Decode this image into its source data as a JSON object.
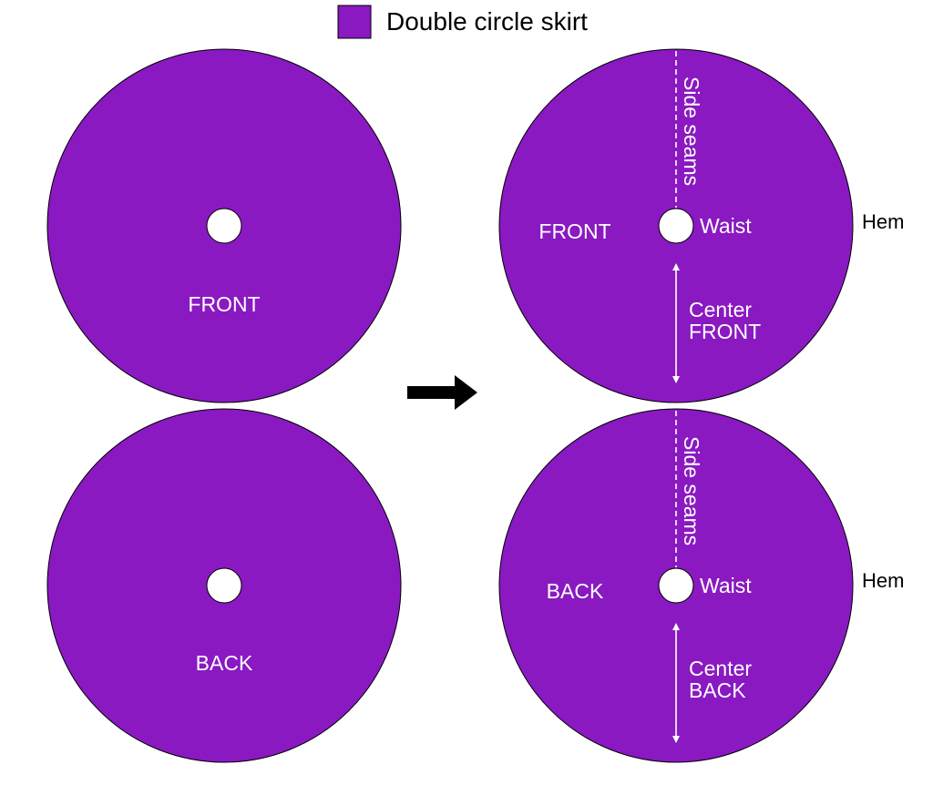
{
  "legend": {
    "label": "Double circle skirt",
    "swatch_color": "#8a19c2"
  },
  "colors": {
    "fabric": "#8a19c2",
    "outline": "#000000",
    "waist_hole": "#ffffff",
    "marking": "#ffffff"
  },
  "icons": {
    "transition": "right-arrow-icon"
  },
  "left_pieces": {
    "front_label": "FRONT",
    "back_label": "BACK"
  },
  "right_pieces": {
    "front": {
      "panel_label": "FRONT",
      "seam_label": "Side seams",
      "waist_label": "Waist",
      "hem_label": "Hem",
      "center_line1": "Center",
      "center_line2": "FRONT"
    },
    "back": {
      "panel_label": "BACK",
      "seam_label": "Side seams",
      "waist_label": "Waist",
      "hem_label": "Hem",
      "center_line1": "Center",
      "center_line2": "BACK"
    }
  }
}
